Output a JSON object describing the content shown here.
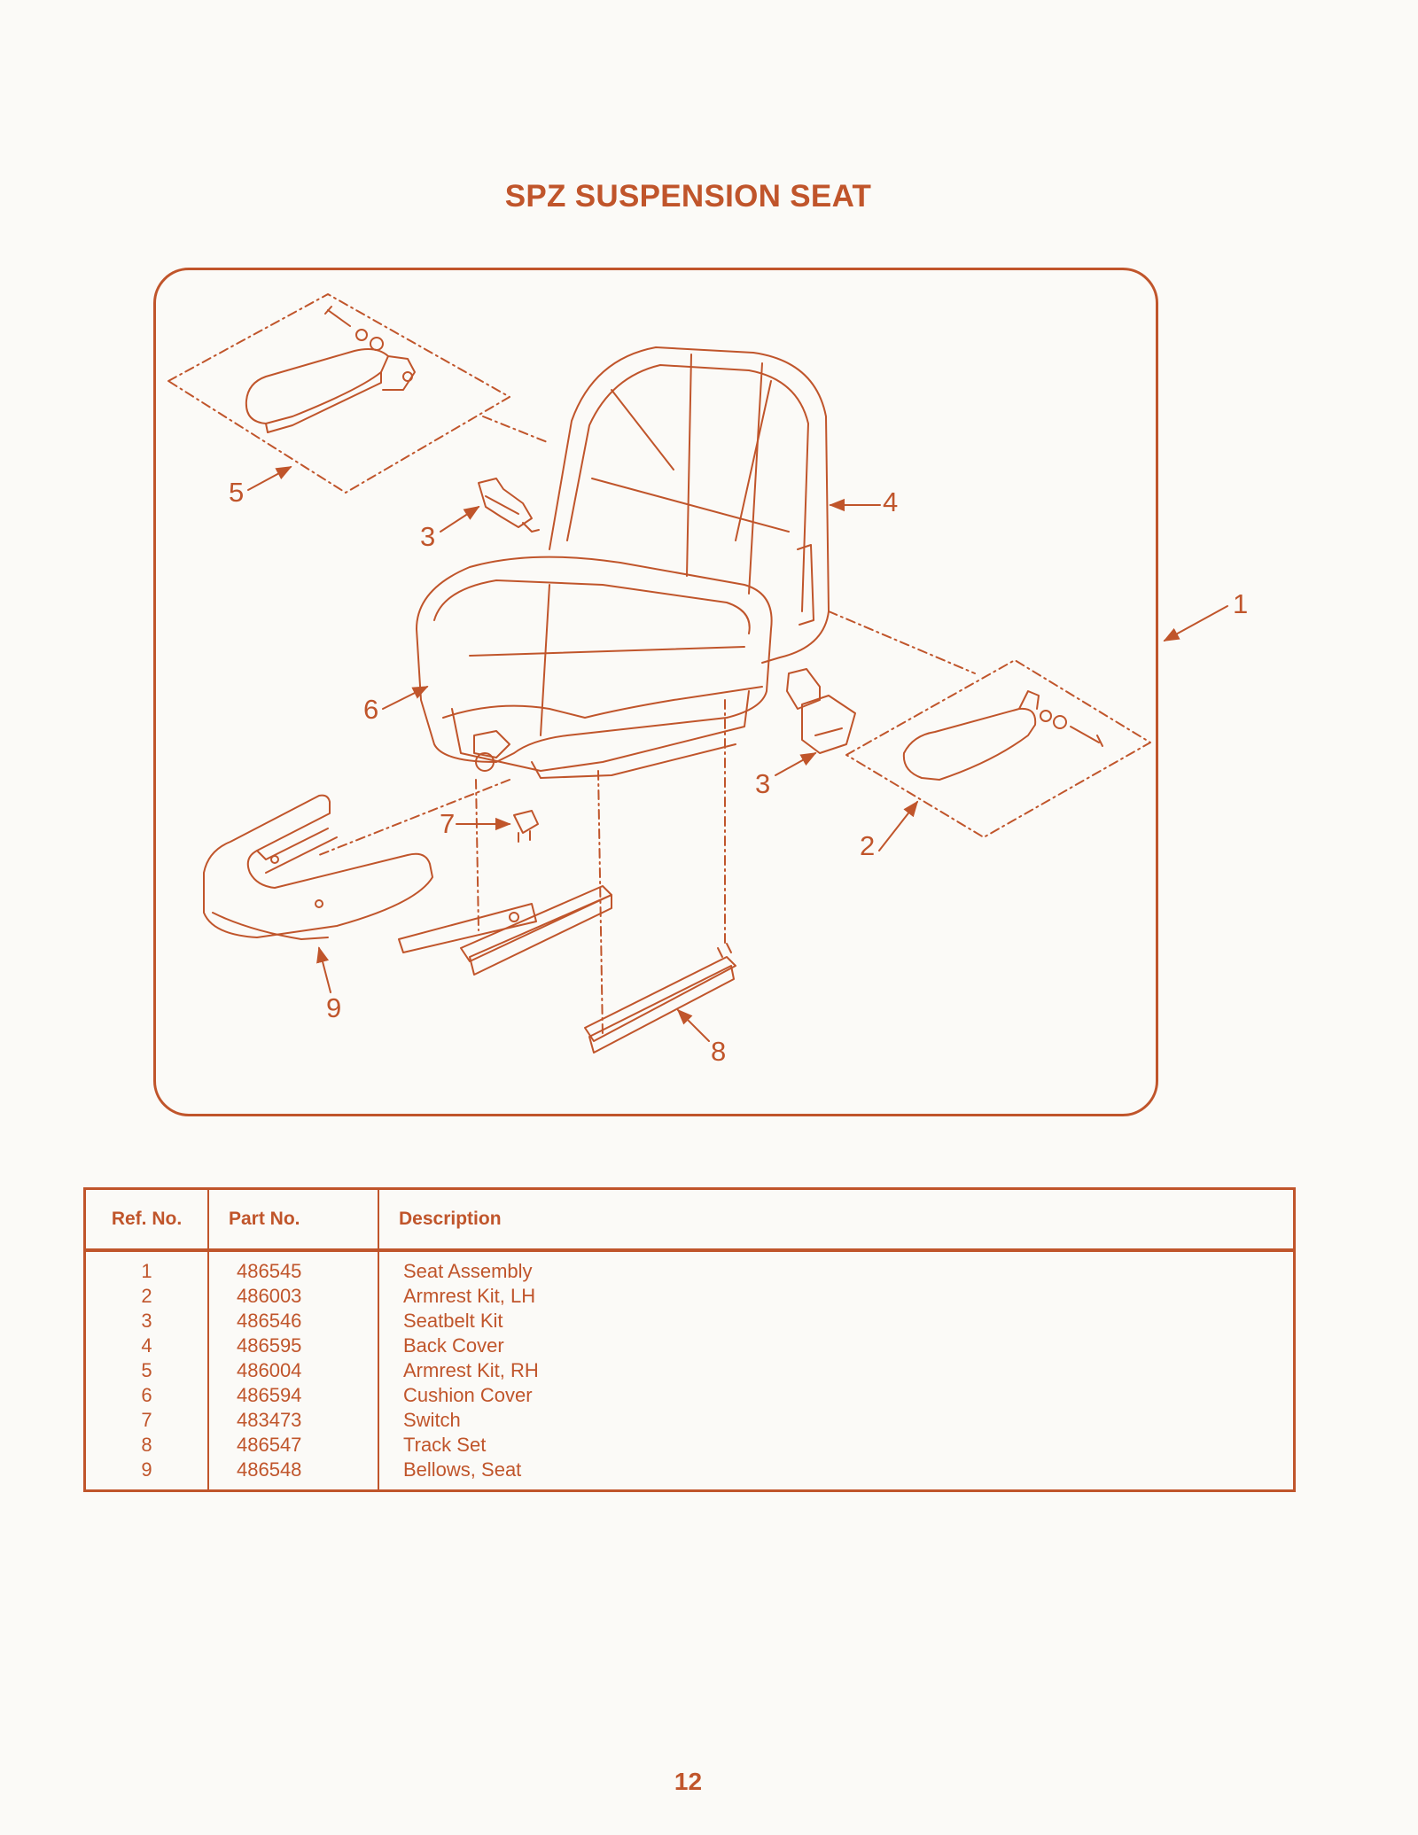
{
  "title": "SPZ SUSPENSION SEAT",
  "colors": {
    "accent": "#c0552b",
    "background": "#fbfaf7"
  },
  "diagram": {
    "callouts": [
      "5",
      "3",
      "4",
      "1",
      "6",
      "3",
      "7",
      "2",
      "9",
      "8"
    ]
  },
  "table": {
    "headers": {
      "ref": "Ref. No.",
      "part": "Part No.",
      "description": "Description"
    },
    "rows": [
      {
        "ref": "1",
        "part": "486545",
        "description": "Seat Assembly"
      },
      {
        "ref": "2",
        "part": "486003",
        "description": "Armrest Kit, LH"
      },
      {
        "ref": "3",
        "part": "486546",
        "description": "Seatbelt Kit"
      },
      {
        "ref": "4",
        "part": "486595",
        "description": "Back Cover"
      },
      {
        "ref": "5",
        "part": "486004",
        "description": "Armrest Kit, RH"
      },
      {
        "ref": "6",
        "part": "486594",
        "description": "Cushion Cover"
      },
      {
        "ref": "7",
        "part": "483473",
        "description": "Switch"
      },
      {
        "ref": "8",
        "part": "486547",
        "description": "Track Set"
      },
      {
        "ref": "9",
        "part": "486548",
        "description": "Bellows, Seat"
      }
    ]
  },
  "page_number": "12"
}
